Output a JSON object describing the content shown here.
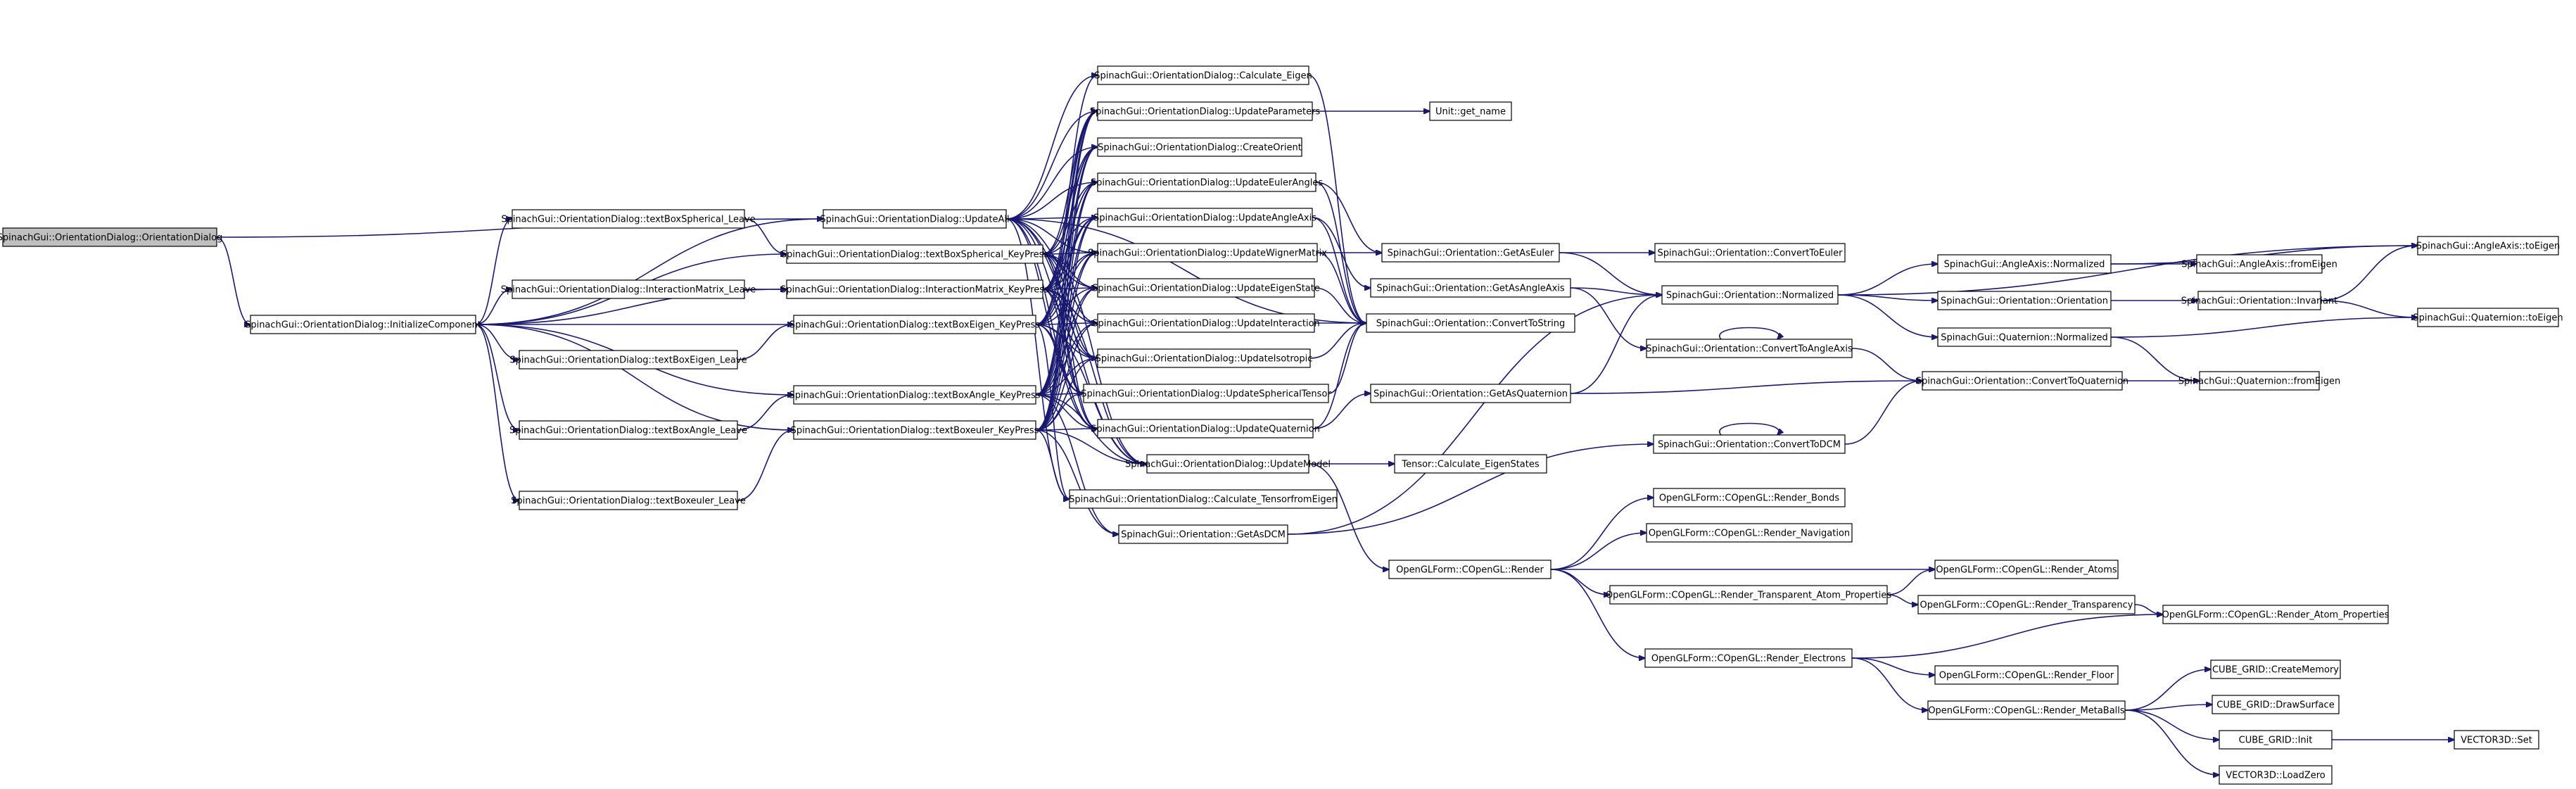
{
  "nodes": [
    {
      "id": "root",
      "label": "SpinachGui::OrientationDialog::OrientationDialog",
      "root": true
    },
    {
      "id": "init",
      "label": "SpinachGui::OrientationDialog::InitializeComponent"
    },
    {
      "id": "tbSphLeave",
      "label": "SpinachGui::OrientationDialog::textBoxSpherical_Leave"
    },
    {
      "id": "imLeave",
      "label": "SpinachGui::OrientationDialog::InteractionMatrix_Leave"
    },
    {
      "id": "tbEigLeave",
      "label": "SpinachGui::OrientationDialog::textBoxEigen_Leave"
    },
    {
      "id": "tbAngLeave",
      "label": "SpinachGui::OrientationDialog::textBoxAngle_Leave"
    },
    {
      "id": "tbEulLeave",
      "label": "SpinachGui::OrientationDialog::textBoxeuler_Leave"
    },
    {
      "id": "updAll",
      "label": "SpinachGui::OrientationDialog::UpdateAll"
    },
    {
      "id": "tbSphKey",
      "label": "SpinachGui::OrientationDialog::textBoxSpherical_KeyPress"
    },
    {
      "id": "imKey",
      "label": "SpinachGui::OrientationDialog::InteractionMatrix_KeyPress"
    },
    {
      "id": "tbEigKey",
      "label": "SpinachGui::OrientationDialog::textBoxEigen_KeyPress"
    },
    {
      "id": "tbAngKey",
      "label": "SpinachGui::OrientationDialog::textBoxAngle_KeyPress"
    },
    {
      "id": "tbEulKey",
      "label": "SpinachGui::OrientationDialog::textBoxeuler_KeyPress"
    },
    {
      "id": "calcEig",
      "label": "SpinachGui::OrientationDialog::Calculate_Eigen"
    },
    {
      "id": "updParams",
      "label": "SpinachGui::OrientationDialog::UpdateParameters"
    },
    {
      "id": "createOrient",
      "label": "SpinachGui::OrientationDialog::CreateOrient"
    },
    {
      "id": "updEuler",
      "label": "SpinachGui::OrientationDialog::UpdateEulerAngles"
    },
    {
      "id": "updAngleAxis",
      "label": "SpinachGui::OrientationDialog::UpdateAngleAxis"
    },
    {
      "id": "updWigner",
      "label": "SpinachGui::OrientationDialog::UpdateWignerMatrix"
    },
    {
      "id": "updEigState",
      "label": "SpinachGui::OrientationDialog::UpdateEigenState"
    },
    {
      "id": "updInteraction",
      "label": "SpinachGui::OrientationDialog::UpdateInteraction"
    },
    {
      "id": "updIso",
      "label": "SpinachGui::OrientationDialog::UpdateIsotropic"
    },
    {
      "id": "updSphTensor",
      "label": "SpinachGui::OrientationDialog::UpdateSphericalTensor"
    },
    {
      "id": "updQuat",
      "label": "SpinachGui::OrientationDialog::UpdateQuaternion"
    },
    {
      "id": "updModel",
      "label": "SpinachGui::OrientationDialog::UpdateModel"
    },
    {
      "id": "calcTensor",
      "label": "SpinachGui::OrientationDialog::Calculate_TensorfromEigen"
    },
    {
      "id": "getAsDCM",
      "label": "SpinachGui::Orientation::GetAsDCM"
    },
    {
      "id": "getName",
      "label": "Unit::get_name"
    },
    {
      "id": "getAsEuler",
      "label": "SpinachGui::Orientation::GetAsEuler"
    },
    {
      "id": "getAsAngleAxis",
      "label": "SpinachGui::Orientation::GetAsAngleAxis"
    },
    {
      "id": "convToString",
      "label": "SpinachGui::Orientation::ConvertToString"
    },
    {
      "id": "getAsQuat",
      "label": "SpinachGui::Orientation::GetAsQuaternion"
    },
    {
      "id": "calcEigStates",
      "label": "Tensor::Calculate_EigenStates"
    },
    {
      "id": "glRender",
      "label": "OpenGLForm::COpenGL::Render"
    },
    {
      "id": "convToEuler",
      "label": "SpinachGui::Orientation::ConvertToEuler"
    },
    {
      "id": "oNormalized",
      "label": "SpinachGui::Orientation::Normalized"
    },
    {
      "id": "convToAngleAxis",
      "label": "SpinachGui::Orientation::ConvertToAngleAxis"
    },
    {
      "id": "convToDCM",
      "label": "SpinachGui::Orientation::ConvertToDCM"
    },
    {
      "id": "renderBonds",
      "label": "OpenGLForm::COpenGL::Render_Bonds"
    },
    {
      "id": "renderNav",
      "label": "OpenGLForm::COpenGL::Render_Navigation"
    },
    {
      "id": "renderTAP",
      "label": "OpenGLForm::COpenGL::Render_Transparent_Atom_Properties"
    },
    {
      "id": "renderElectrons",
      "label": "OpenGLForm::COpenGL::Render_Electrons"
    },
    {
      "id": "aaNormalized",
      "label": "SpinachGui::AngleAxis::Normalized"
    },
    {
      "id": "orientCtor",
      "label": "SpinachGui::Orientation::Orientation"
    },
    {
      "id": "qNormalized",
      "label": "SpinachGui::Quaternion::Normalized"
    },
    {
      "id": "convToQuat",
      "label": "SpinachGui::Orientation::ConvertToQuaternion"
    },
    {
      "id": "renderAtoms",
      "label": "OpenGLForm::COpenGL::Render_Atoms"
    },
    {
      "id": "renderTransp",
      "label": "OpenGLForm::COpenGL::Render_Transparency"
    },
    {
      "id": "renderFloor",
      "label": "OpenGLForm::COpenGL::Render_Floor"
    },
    {
      "id": "renderMeta",
      "label": "OpenGLForm::COpenGL::Render_MetaBalls"
    },
    {
      "id": "aaFromEigen",
      "label": "SpinachGui::AngleAxis::fromEigen"
    },
    {
      "id": "invariant",
      "label": "SpinachGui::Orientation::Invariant"
    },
    {
      "id": "qFromEigen",
      "label": "SpinachGui::Quaternion::fromEigen"
    },
    {
      "id": "renderAtomProps",
      "label": "OpenGLForm::COpenGL::Render_Atom_Properties"
    },
    {
      "id": "cubeCreate",
      "label": "CUBE_GRID::CreateMemory"
    },
    {
      "id": "cubeDraw",
      "label": "CUBE_GRID::DrawSurface"
    },
    {
      "id": "cubeInit",
      "label": "CUBE_GRID::Init"
    },
    {
      "id": "vecLoadZero",
      "label": "VECTOR3D::LoadZero"
    },
    {
      "id": "aaToEigen",
      "label": "SpinachGui::AngleAxis::toEigen"
    },
    {
      "id": "qToEigen",
      "label": "SpinachGui::Quaternion::toEigen"
    },
    {
      "id": "vecSet",
      "label": "VECTOR3D::Set"
    }
  ],
  "edges": [
    [
      "root",
      "init"
    ],
    [
      "root",
      "updAll"
    ],
    [
      "init",
      "tbSphLeave"
    ],
    [
      "init",
      "imLeave"
    ],
    [
      "init",
      "tbEigLeave"
    ],
    [
      "init",
      "tbAngLeave"
    ],
    [
      "init",
      "tbEulLeave"
    ],
    [
      "init",
      "updAll"
    ],
    [
      "init",
      "tbSphKey"
    ],
    [
      "init",
      "imKey"
    ],
    [
      "init",
      "tbEigKey"
    ],
    [
      "init",
      "tbAngKey"
    ],
    [
      "init",
      "tbEulKey"
    ],
    [
      "tbSphLeave",
      "tbSphKey"
    ],
    [
      "imLeave",
      "imKey"
    ],
    [
      "tbEigLeave",
      "tbEigKey"
    ],
    [
      "tbAngLeave",
      "tbAngKey"
    ],
    [
      "tbEulLeave",
      "tbEulKey"
    ],
    [
      "updAll",
      "calcEig"
    ],
    [
      "updAll",
      "updParams"
    ],
    [
      "updAll",
      "createOrient"
    ],
    [
      "updAll",
      "updEuler"
    ],
    [
      "updAll",
      "updAngleAxis"
    ],
    [
      "updAll",
      "updWigner"
    ],
    [
      "updAll",
      "updEigState"
    ],
    [
      "updAll",
      "updInteraction"
    ],
    [
      "updAll",
      "updIso"
    ],
    [
      "updAll",
      "updSphTensor"
    ],
    [
      "updAll",
      "updQuat"
    ],
    [
      "updAll",
      "updModel"
    ],
    [
      "updAll",
      "calcTensor"
    ],
    [
      "updAll",
      "convToString"
    ],
    [
      "tbSphKey",
      "updParams"
    ],
    [
      "tbSphKey",
      "createOrient"
    ],
    [
      "tbSphKey",
      "updEuler"
    ],
    [
      "tbSphKey",
      "updAngleAxis"
    ],
    [
      "tbSphKey",
      "updWigner"
    ],
    [
      "tbSphKey",
      "updEigState"
    ],
    [
      "tbSphKey",
      "updInteraction"
    ],
    [
      "tbSphKey",
      "updIso"
    ],
    [
      "tbSphKey",
      "updSphTensor"
    ],
    [
      "tbSphKey",
      "updQuat"
    ],
    [
      "tbSphKey",
      "updModel"
    ],
    [
      "imKey",
      "calcEig"
    ],
    [
      "imKey",
      "updParams"
    ],
    [
      "imKey",
      "createOrient"
    ],
    [
      "imKey",
      "updEuler"
    ],
    [
      "imKey",
      "updAngleAxis"
    ],
    [
      "imKey",
      "updWigner"
    ],
    [
      "imKey",
      "updEigState"
    ],
    [
      "imKey",
      "updInteraction"
    ],
    [
      "imKey",
      "updIso"
    ],
    [
      "imKey",
      "updSphTensor"
    ],
    [
      "imKey",
      "updQuat"
    ],
    [
      "imKey",
      "updModel"
    ],
    [
      "tbEigKey",
      "updParams"
    ],
    [
      "tbEigKey",
      "createOrient"
    ],
    [
      "tbEigKey",
      "updEuler"
    ],
    [
      "tbEigKey",
      "updAngleAxis"
    ],
    [
      "tbEigKey",
      "updWigner"
    ],
    [
      "tbEigKey",
      "updEigState"
    ],
    [
      "tbEigKey",
      "updInteraction"
    ],
    [
      "tbEigKey",
      "updIso"
    ],
    [
      "tbEigKey",
      "updSphTensor"
    ],
    [
      "tbEigKey",
      "updQuat"
    ],
    [
      "tbEigKey",
      "updModel"
    ],
    [
      "tbEigKey",
      "calcTensor"
    ],
    [
      "tbAngKey",
      "updParams"
    ],
    [
      "tbAngKey",
      "createOrient"
    ],
    [
      "tbAngKey",
      "updEuler"
    ],
    [
      "tbAngKey",
      "updAngleAxis"
    ],
    [
      "tbAngKey",
      "updWigner"
    ],
    [
      "tbAngKey",
      "updEigState"
    ],
    [
      "tbAngKey",
      "updInteraction"
    ],
    [
      "tbAngKey",
      "updIso"
    ],
    [
      "tbAngKey",
      "updSphTensor"
    ],
    [
      "tbAngKey",
      "updQuat"
    ],
    [
      "tbAngKey",
      "updModel"
    ],
    [
      "tbAngKey",
      "getAsDCM"
    ],
    [
      "tbEulKey",
      "updParams"
    ],
    [
      "tbEulKey",
      "createOrient"
    ],
    [
      "tbEulKey",
      "updEuler"
    ],
    [
      "tbEulKey",
      "updAngleAxis"
    ],
    [
      "tbEulKey",
      "updWigner"
    ],
    [
      "tbEulKey",
      "updEigState"
    ],
    [
      "tbEulKey",
      "updInteraction"
    ],
    [
      "tbEulKey",
      "updIso"
    ],
    [
      "tbEulKey",
      "updSphTensor"
    ],
    [
      "tbEulKey",
      "updQuat"
    ],
    [
      "tbEulKey",
      "updModel"
    ],
    [
      "tbEulKey",
      "calcTensor"
    ],
    [
      "tbEulKey",
      "getAsDCM"
    ],
    [
      "calcEig",
      "convToString"
    ],
    [
      "updParams",
      "getName"
    ],
    [
      "updEuler",
      "getAsEuler"
    ],
    [
      "updEuler",
      "convToString"
    ],
    [
      "updAngleAxis",
      "getAsAngleAxis"
    ],
    [
      "updAngleAxis",
      "convToString"
    ],
    [
      "updWigner",
      "getAsEuler"
    ],
    [
      "updWigner",
      "convToString"
    ],
    [
      "updEigState",
      "convToString"
    ],
    [
      "updInteraction",
      "convToString"
    ],
    [
      "updIso",
      "convToString"
    ],
    [
      "updSphTensor",
      "convToString"
    ],
    [
      "updQuat",
      "getAsQuat"
    ],
    [
      "updQuat",
      "convToString"
    ],
    [
      "updModel",
      "calcEigStates"
    ],
    [
      "updModel",
      "glRender"
    ],
    [
      "getAsDCM",
      "oNormalized"
    ],
    [
      "getAsDCM",
      "convToDCM"
    ],
    [
      "getAsEuler",
      "convToEuler"
    ],
    [
      "getAsEuler",
      "oNormalized"
    ],
    [
      "getAsAngleAxis",
      "oNormalized"
    ],
    [
      "getAsAngleAxis",
      "convToAngleAxis"
    ],
    [
      "getAsQuat",
      "oNormalized"
    ],
    [
      "getAsQuat",
      "convToQuat"
    ],
    [
      "convToAngleAxis",
      "convToAngleAxis"
    ],
    [
      "convToAngleAxis",
      "convToQuat"
    ],
    [
      "convToDCM",
      "convToDCM"
    ],
    [
      "convToDCM",
      "convToQuat"
    ],
    [
      "oNormalized",
      "aaNormalized"
    ],
    [
      "oNormalized",
      "orientCtor"
    ],
    [
      "oNormalized",
      "qNormalized"
    ],
    [
      "oNormalized",
      "aaToEigen"
    ],
    [
      "aaNormalized",
      "aaFromEigen"
    ],
    [
      "aaNormalized",
      "aaToEigen"
    ],
    [
      "orientCtor",
      "invariant"
    ],
    [
      "invariant",
      "aaToEigen"
    ],
    [
      "invariant",
      "qToEigen"
    ],
    [
      "qNormalized",
      "qFromEigen"
    ],
    [
      "qNormalized",
      "qToEigen"
    ],
    [
      "convToQuat",
      "qFromEigen"
    ],
    [
      "glRender",
      "renderBonds"
    ],
    [
      "glRender",
      "renderNav"
    ],
    [
      "glRender",
      "renderTAP"
    ],
    [
      "glRender",
      "renderElectrons"
    ],
    [
      "glRender",
      "renderAtoms"
    ],
    [
      "renderTAP",
      "renderAtoms"
    ],
    [
      "renderTAP",
      "renderTransp"
    ],
    [
      "renderTransp",
      "renderAtomProps"
    ],
    [
      "renderElectrons",
      "renderFloor"
    ],
    [
      "renderElectrons",
      "renderMeta"
    ],
    [
      "renderElectrons",
      "renderAtomProps"
    ],
    [
      "renderMeta",
      "cubeCreate"
    ],
    [
      "renderMeta",
      "cubeDraw"
    ],
    [
      "renderMeta",
      "cubeInit"
    ],
    [
      "renderMeta",
      "vecLoadZero"
    ],
    [
      "cubeInit",
      "vecSet"
    ]
  ]
}
